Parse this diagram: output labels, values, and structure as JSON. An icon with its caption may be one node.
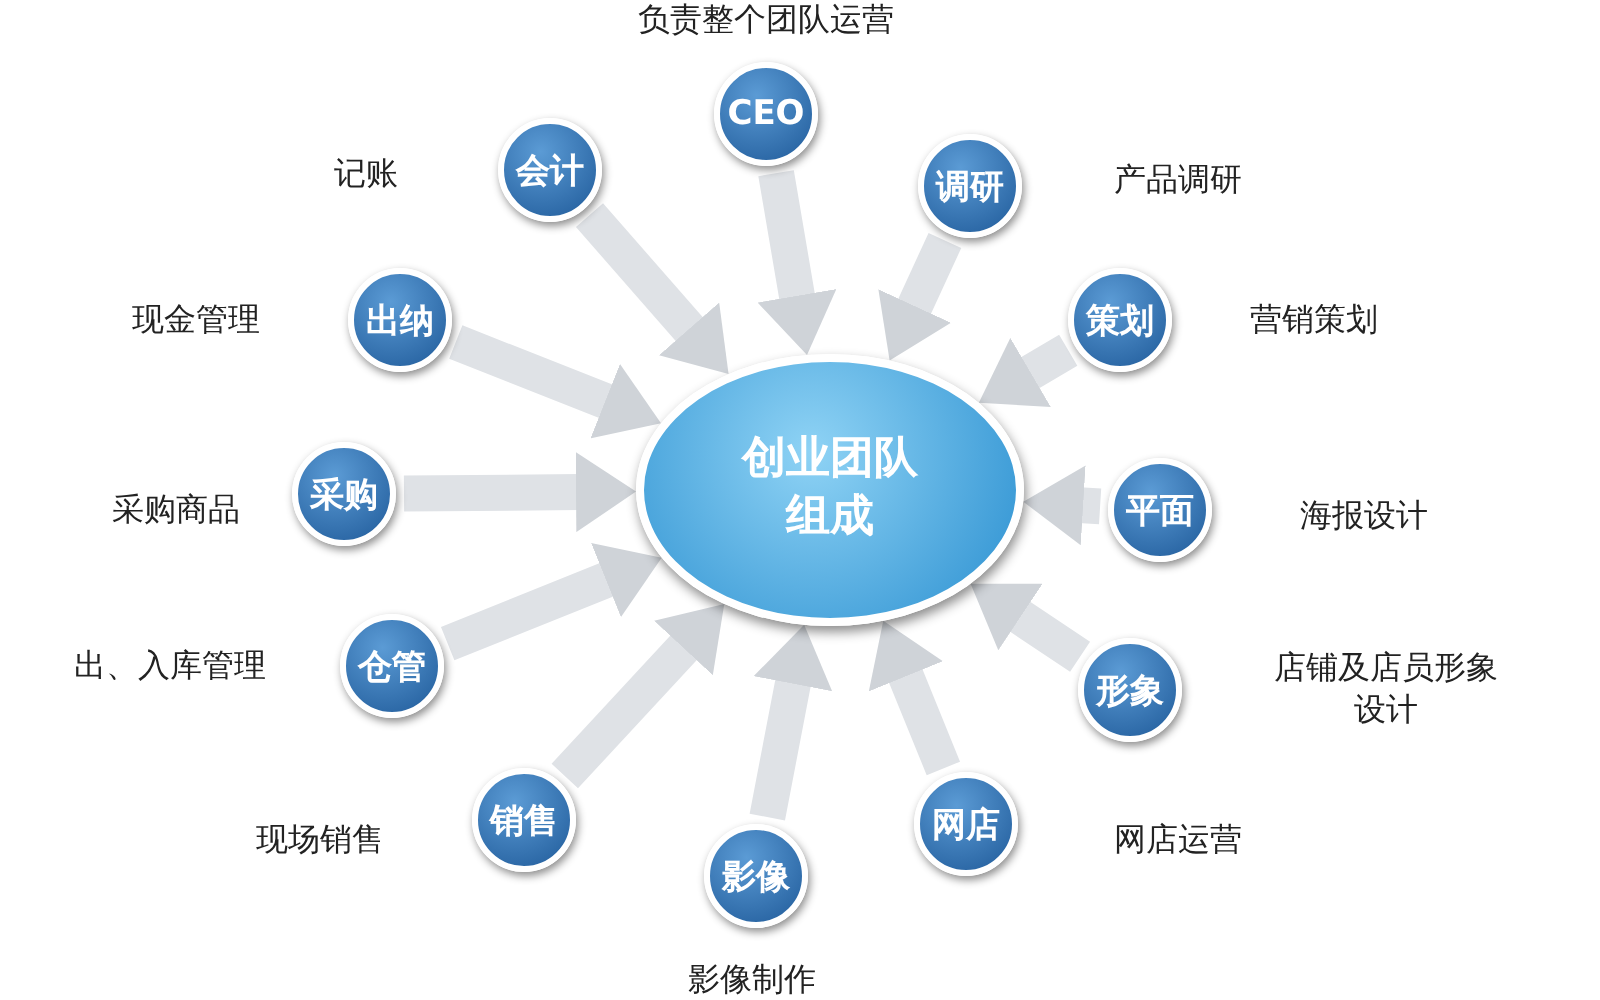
{
  "diagram": {
    "nodes": [
      {
        "text": [
          "创业团队组成"
        ]
      },
      {
        "text": [
          "CEO"
        ],
        "beside": [
          "负责整个团队运营"
        ]
      },
      {
        "text": [
          "调研"
        ],
        "beside": [
          "产品调研"
        ]
      },
      {
        "text": [
          "策划"
        ],
        "beside": [
          "营销策划"
        ]
      },
      {
        "text": [
          "平面"
        ],
        "beside": [
          "海报设计"
        ]
      },
      {
        "text": [
          "形象"
        ],
        "beside": [
          "店铺及店员形象设计"
        ]
      },
      {
        "text": [
          "网店"
        ],
        "beside": [
          "网店运营"
        ]
      },
      {
        "text": [
          "影像"
        ],
        "beside": [
          "影像制作"
        ]
      },
      {
        "text": [
          "销售"
        ],
        "beside": [
          "现场销售"
        ]
      },
      {
        "text": [
          "仓管"
        ],
        "beside": [
          "出、入库管理"
        ]
      },
      {
        "text": [
          "采购"
        ],
        "beside": [
          "采购商品"
        ]
      },
      {
        "text": [
          "出纳"
        ],
        "beside": [
          "现金管理"
        ]
      },
      {
        "text": [
          "会计"
        ],
        "beside": [
          "记账"
        ]
      }
    ],
    "edges": [
      {
        "from": 1,
        "to": 0,
        "arrow": "to"
      },
      {
        "from": 2,
        "to": 0,
        "arrow": "to"
      },
      {
        "from": 3,
        "to": 0,
        "arrow": "to"
      },
      {
        "from": 4,
        "to": 0,
        "arrow": "to"
      },
      {
        "from": 5,
        "to": 0,
        "arrow": "to"
      },
      {
        "from": 6,
        "to": 0,
        "arrow": "to"
      },
      {
        "from": 7,
        "to": 0,
        "arrow": "to"
      },
      {
        "from": 8,
        "to": 0,
        "arrow": "to"
      },
      {
        "from": 9,
        "to": 0,
        "arrow": "to"
      },
      {
        "from": 10,
        "to": 0,
        "arrow": "to"
      },
      {
        "from": 11,
        "to": 0,
        "arrow": "to"
      },
      {
        "from": 12,
        "to": 0,
        "arrow": "to"
      }
    ]
  }
}
